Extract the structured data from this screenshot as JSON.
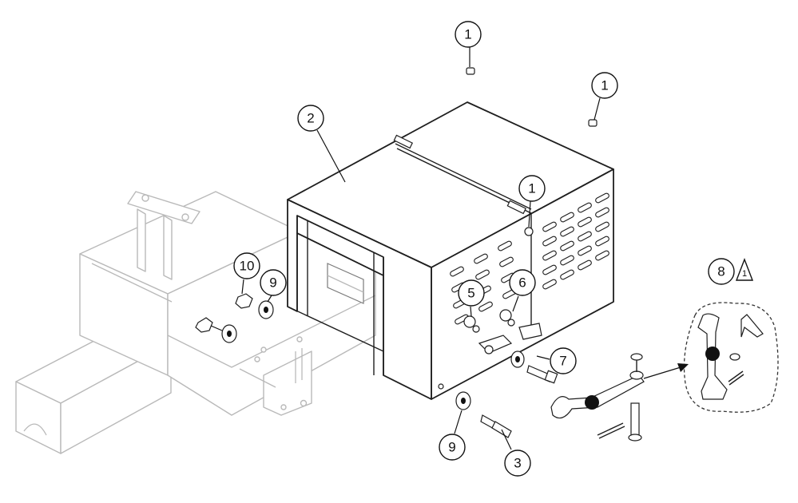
{
  "diagram": {
    "callouts": [
      {
        "id": "c1a",
        "label": "1"
      },
      {
        "id": "c1b",
        "label": "1"
      },
      {
        "id": "c1c",
        "label": "1"
      },
      {
        "id": "c2",
        "label": "2"
      },
      {
        "id": "c3",
        "label": "3"
      },
      {
        "id": "c5",
        "label": "5"
      },
      {
        "id": "c6",
        "label": "6"
      },
      {
        "id": "c7",
        "label": "7"
      },
      {
        "id": "c8",
        "label": "8"
      },
      {
        "id": "c9a",
        "label": "9"
      },
      {
        "id": "c9b",
        "label": "9"
      },
      {
        "id": "c10",
        "label": "10"
      }
    ],
    "warning_symbol": {
      "label": "1"
    }
  }
}
